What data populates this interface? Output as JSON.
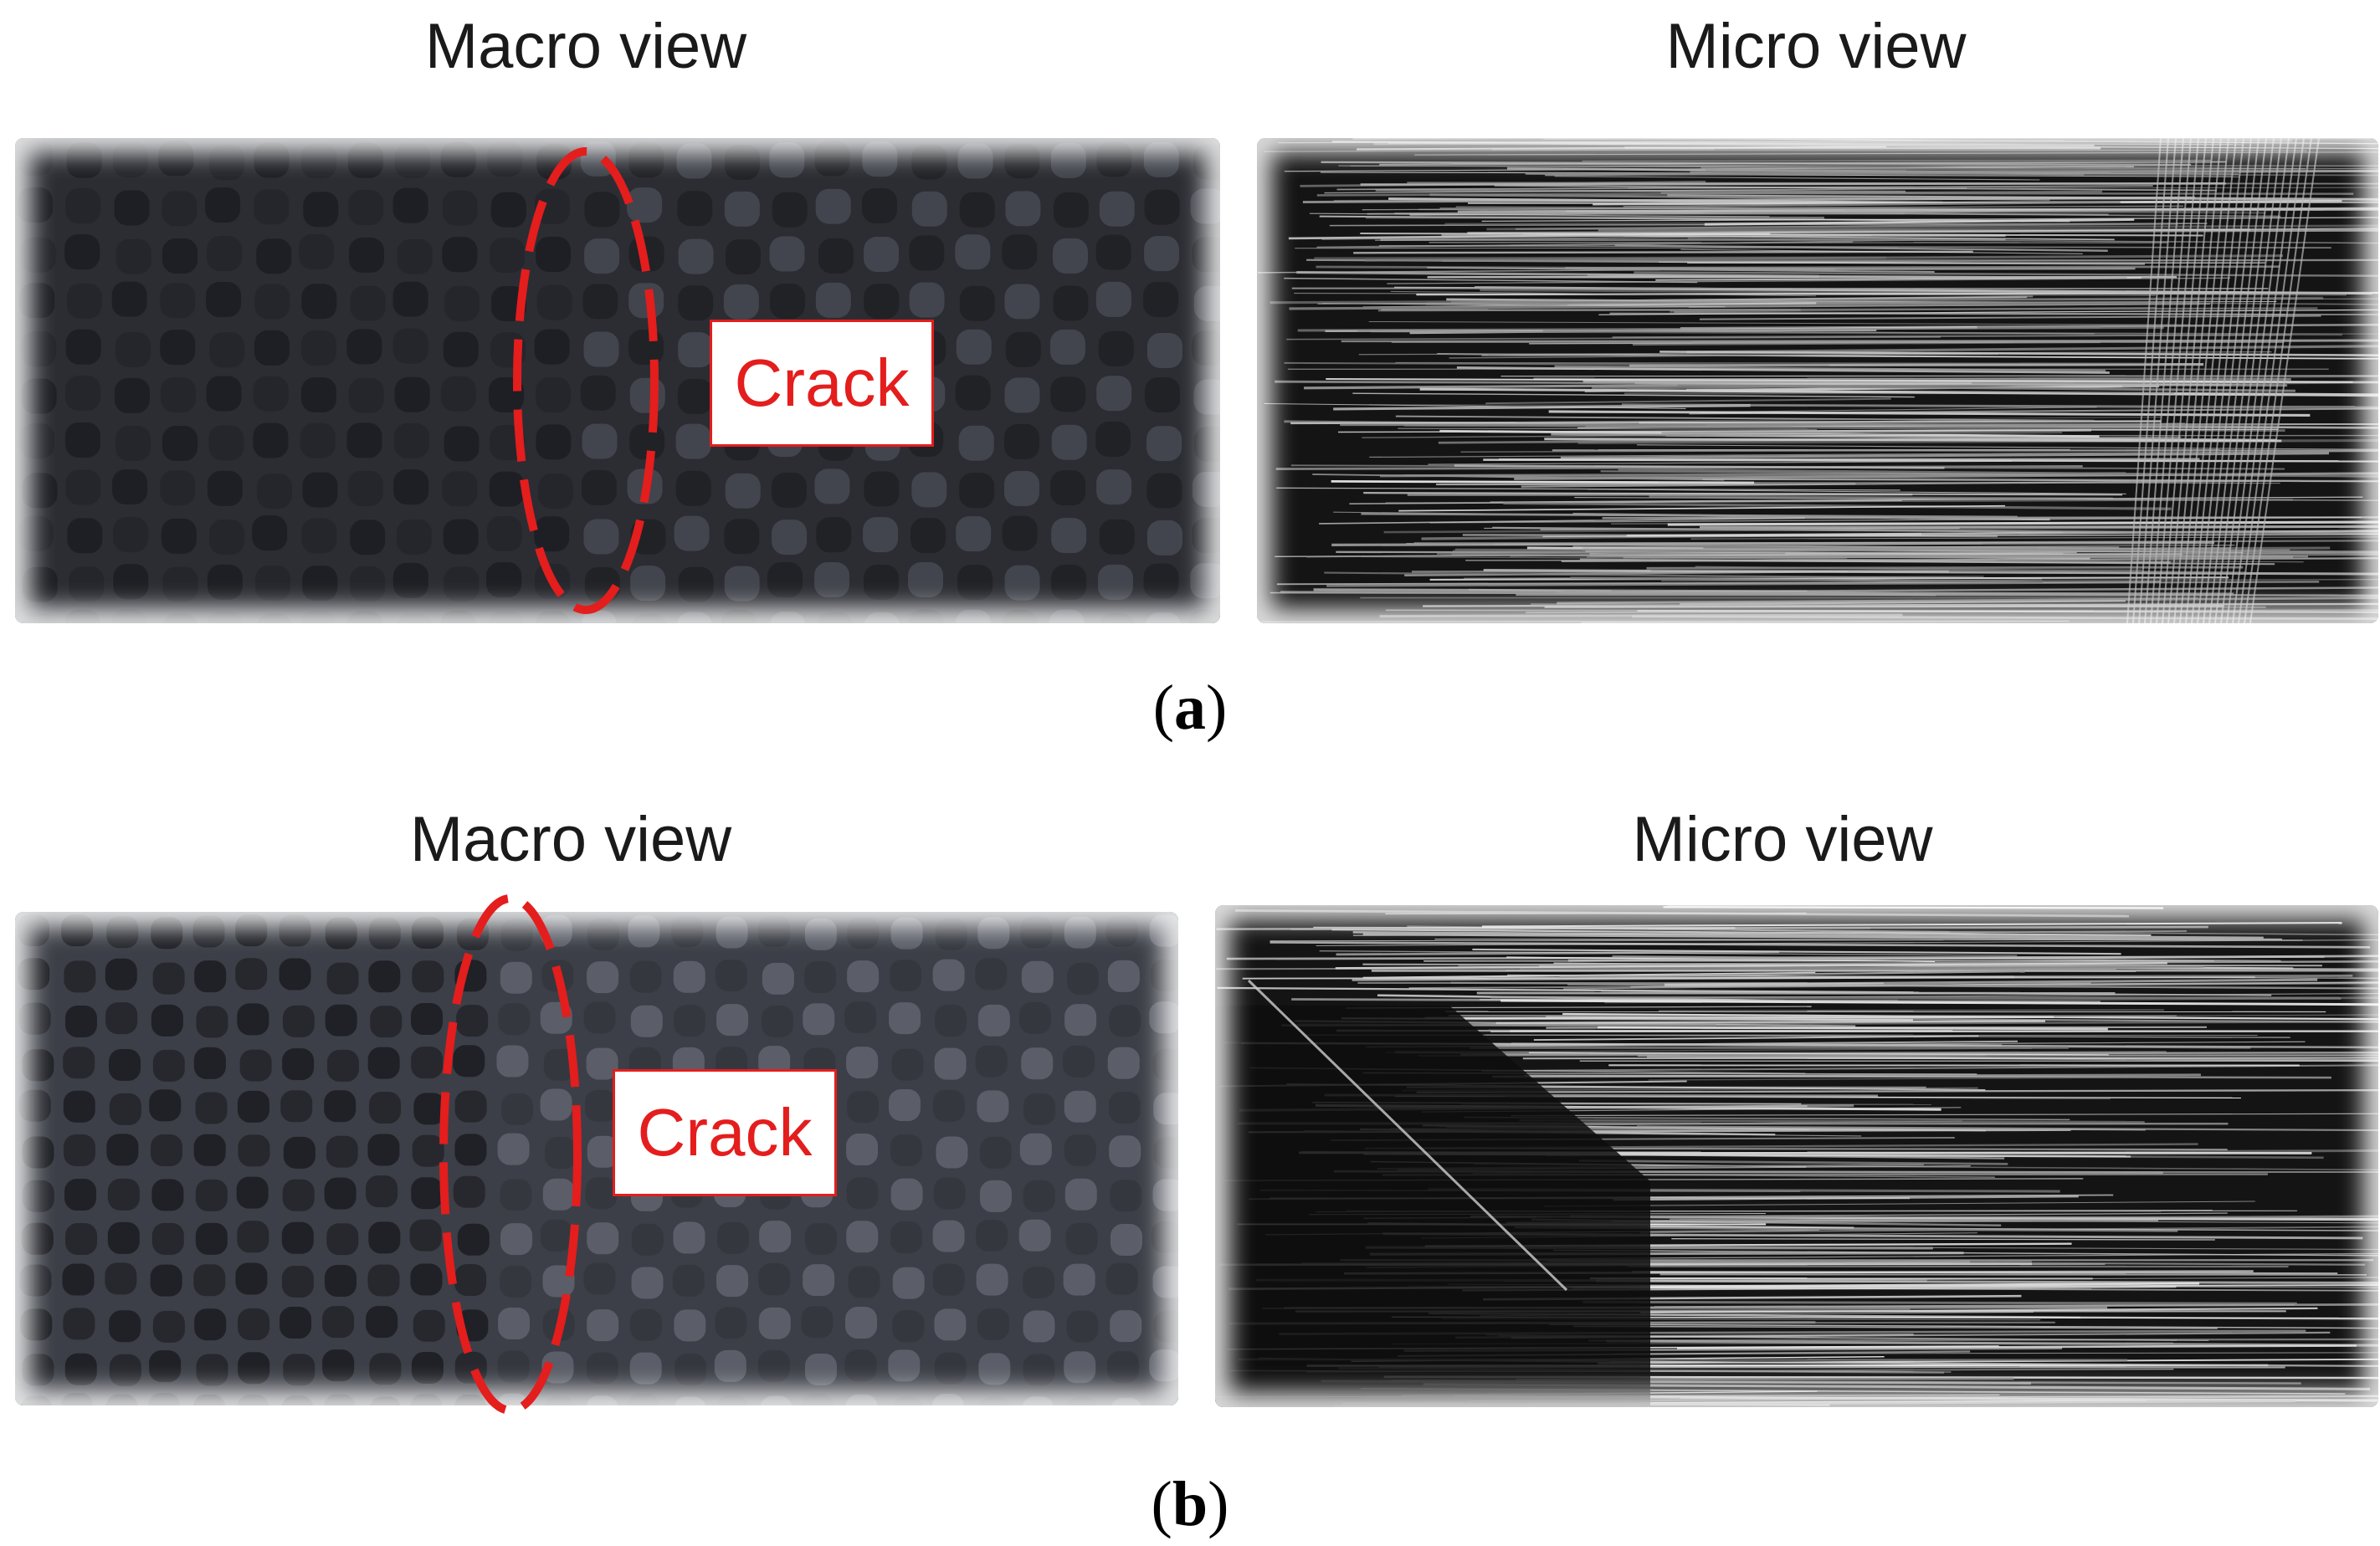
{
  "panels": [
    {
      "macro_title": "Macro view",
      "micro_title": "Micro view",
      "crack_label": "Crack",
      "label_letter": "a"
    },
    {
      "macro_title": "Macro view",
      "micro_title": "Micro view",
      "crack_label": "Crack",
      "label_letter": "b"
    }
  ],
  "colors": {
    "annotation_red": "#e41d1d",
    "macro_a_bg": "#2b2d33",
    "macro_b_bg": "#3c3f47",
    "micro_bg": "#141414"
  }
}
